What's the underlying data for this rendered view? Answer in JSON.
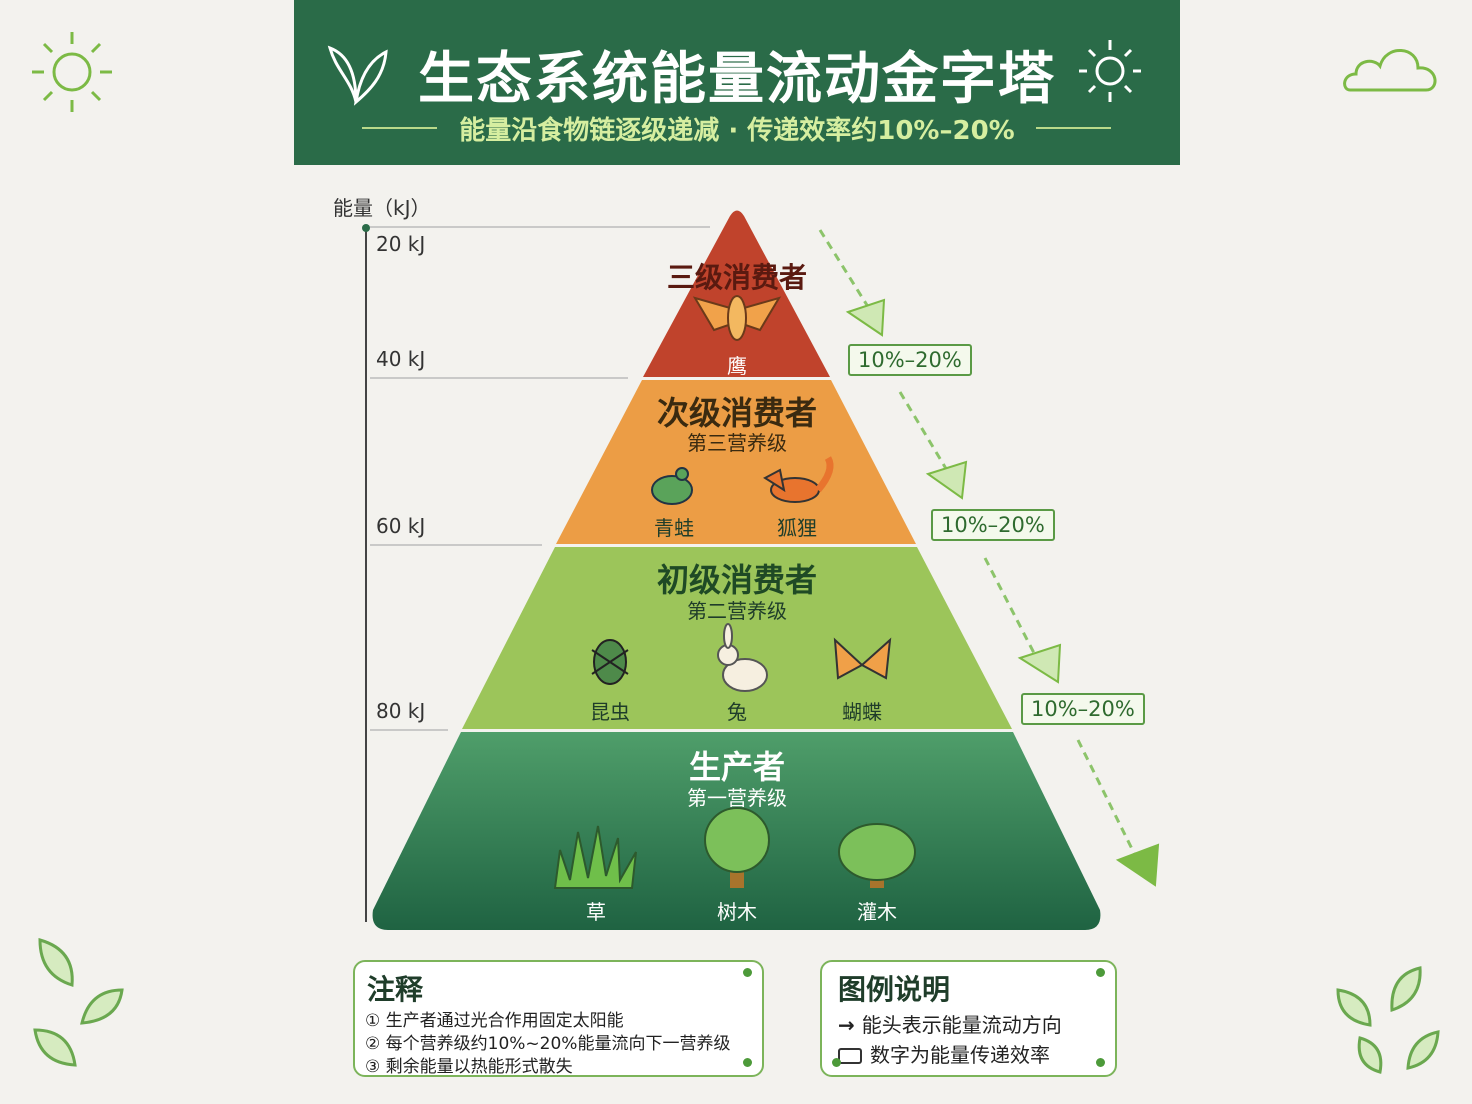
{
  "header": {
    "title": "生态系统能量流动金字塔",
    "subtitle": "能量沿食物链逐级递减 · 传递效率约10%–20%"
  },
  "axis": {
    "label": "能量（kJ）",
    "ticks": [
      "20 kJ",
      "40 kJ",
      "60 kJ",
      "80 kJ"
    ]
  },
  "tiers": [
    {
      "title": "三级消费者",
      "organisms": [
        "鹰"
      ],
      "color": "#c0432c"
    },
    {
      "title": "次级消费者",
      "subtitle": "第三营养级",
      "organisms": [
        "青蛙",
        "狐狸"
      ],
      "color": "#ec9d45"
    },
    {
      "title": "初级消费者",
      "subtitle": "第二营养级",
      "organisms": [
        "昆虫",
        "兔",
        "蝴蝶"
      ],
      "color": "#9cc55a"
    },
    {
      "title": "生产者",
      "subtitle": "第一营养级",
      "organisms": [
        "草",
        "树木",
        "灌木"
      ],
      "color": "#2f7a50"
    }
  ],
  "efficiency": [
    "10%–20%",
    "10%–20%",
    "10%–20%"
  ],
  "notes": {
    "title": "注释",
    "items": [
      "① 生产者通过光合作用固定太阳能",
      "② 每个营养级约10%~20%能量流向下一营养级",
      "③ 剩余能量以热能形式散失"
    ]
  },
  "legend": {
    "title": "图例说明",
    "items": [
      "能头表示能量流动方向",
      "数字为能量传递效率"
    ]
  }
}
